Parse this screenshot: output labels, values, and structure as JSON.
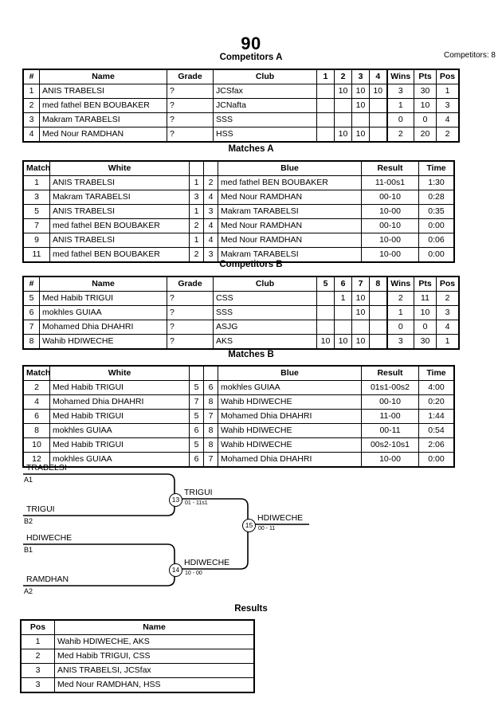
{
  "header": {
    "title": "90",
    "competitors_label": "Competitors: 8"
  },
  "pool_a": {
    "title": "Competitors A",
    "columns": [
      "#",
      "Name",
      "Grade",
      "Club",
      "1",
      "2",
      "3",
      "4",
      "Wins",
      "Pts",
      "Pos"
    ],
    "rows": [
      {
        "num": "1",
        "name": "ANIS TRABELSI",
        "grade": "?",
        "club": "JCSfax",
        "m1": "",
        "m2": "10",
        "m3": "10",
        "m4": "10",
        "wins": "3",
        "pts": "30",
        "pos": "1"
      },
      {
        "num": "2",
        "name": "med fathel BEN BOUBAKER",
        "grade": "?",
        "club": "JCNafta",
        "m1": "",
        "m2": "",
        "m3": "10",
        "m4": "",
        "wins": "1",
        "pts": "10",
        "pos": "3"
      },
      {
        "num": "3",
        "name": "Makram TARABELSI",
        "grade": "?",
        "club": "SSS",
        "m1": "",
        "m2": "",
        "m3": "",
        "m4": "",
        "wins": "0",
        "pts": "0",
        "pos": "4"
      },
      {
        "num": "4",
        "name": "Med Nour RAMDHAN",
        "grade": "?",
        "club": "HSS",
        "m1": "",
        "m2": "10",
        "m3": "10",
        "m4": "",
        "wins": "2",
        "pts": "20",
        "pos": "2"
      }
    ]
  },
  "matches_a": {
    "title": "Matches A",
    "columns": [
      "Match",
      "White",
      "",
      "",
      "Blue",
      "Result",
      "Time"
    ],
    "rows": [
      {
        "match": "1",
        "white": "ANIS TRABELSI",
        "wnum": "1",
        "bnum": "2",
        "blue": "med fathel BEN BOUBAKER",
        "result": "11-00s1",
        "time": "1:30"
      },
      {
        "match": "3",
        "white": "Makram TARABELSI",
        "wnum": "3",
        "bnum": "4",
        "blue": "Med Nour RAMDHAN",
        "result": "00-10",
        "time": "0:28"
      },
      {
        "match": "5",
        "white": "ANIS TRABELSI",
        "wnum": "1",
        "bnum": "3",
        "blue": "Makram TARABELSI",
        "result": "10-00",
        "time": "0:35"
      },
      {
        "match": "7",
        "white": "med fathel BEN BOUBAKER",
        "wnum": "2",
        "bnum": "4",
        "blue": "Med Nour RAMDHAN",
        "result": "00-10",
        "time": "0:00"
      },
      {
        "match": "9",
        "white": "ANIS TRABELSI",
        "wnum": "1",
        "bnum": "4",
        "blue": "Med Nour RAMDHAN",
        "result": "10-00",
        "time": "0:06"
      },
      {
        "match": "11",
        "white": "med fathel BEN BOUBAKER",
        "wnum": "2",
        "bnum": "3",
        "blue": "Makram TARABELSI",
        "result": "10-00",
        "time": "0:00"
      }
    ]
  },
  "pool_b": {
    "title": "Competitors B",
    "columns": [
      "#",
      "Name",
      "Grade",
      "Club",
      "5",
      "6",
      "7",
      "8",
      "Wins",
      "Pts",
      "Pos"
    ],
    "rows": [
      {
        "num": "5",
        "name": "Med Habib TRIGUI",
        "grade": "?",
        "club": "CSS",
        "m1": "",
        "m2": "1",
        "m3": "10",
        "m4": "",
        "wins": "2",
        "pts": "11",
        "pos": "2"
      },
      {
        "num": "6",
        "name": "mokhles GUIAA",
        "grade": "?",
        "club": "SSS",
        "m1": "",
        "m2": "",
        "m3": "10",
        "m4": "",
        "wins": "1",
        "pts": "10",
        "pos": "3"
      },
      {
        "num": "7",
        "name": "Mohamed Dhia DHAHRI",
        "grade": "?",
        "club": "ASJG",
        "m1": "",
        "m2": "",
        "m3": "",
        "m4": "",
        "wins": "0",
        "pts": "0",
        "pos": "4"
      },
      {
        "num": "8",
        "name": "Wahib HDIWECHE",
        "grade": "?",
        "club": "AKS",
        "m1": "10",
        "m2": "10",
        "m3": "10",
        "m4": "",
        "wins": "3",
        "pts": "30",
        "pos": "1"
      }
    ]
  },
  "matches_b": {
    "title": "Matches B",
    "columns": [
      "Match",
      "White",
      "",
      "",
      "Blue",
      "Result",
      "Time"
    ],
    "rows": [
      {
        "match": "2",
        "white": "Med Habib TRIGUI",
        "wnum": "5",
        "bnum": "6",
        "blue": "mokhles GUIAA",
        "result": "01s1-00s2",
        "time": "4:00"
      },
      {
        "match": "4",
        "white": "Mohamed Dhia DHAHRI",
        "wnum": "7",
        "bnum": "8",
        "blue": "Wahib HDIWECHE",
        "result": "00-10",
        "time": "0:20"
      },
      {
        "match": "6",
        "white": "Med Habib TRIGUI",
        "wnum": "5",
        "bnum": "7",
        "blue": "Mohamed Dhia DHAHRI",
        "result": "11-00",
        "time": "1:44"
      },
      {
        "match": "8",
        "white": "mokhles GUIAA",
        "wnum": "6",
        "bnum": "8",
        "blue": "Wahib HDIWECHE",
        "result": "00-11",
        "time": "0:54"
      },
      {
        "match": "10",
        "white": "Med Habib TRIGUI",
        "wnum": "5",
        "bnum": "8",
        "blue": "Wahib HDIWECHE",
        "result": "00s2-10s1",
        "time": "2:06"
      },
      {
        "match": "12",
        "white": "mokhles GUIAA",
        "wnum": "6",
        "bnum": "7",
        "blue": "Mohamed Dhia DHAHRI",
        "result": "10-00",
        "time": "0:00"
      }
    ]
  },
  "bracket": {
    "entries": [
      {
        "name": "TRABELSI",
        "seed": "A1"
      },
      {
        "name": "TRIGUI",
        "seed": "B2"
      },
      {
        "name": "HDIWECHE",
        "seed": "B1"
      },
      {
        "name": "RAMDHAN",
        "seed": "A2"
      }
    ],
    "semi_upper": {
      "number": "13",
      "winner": "TRIGUI",
      "score": "01 - 11s1"
    },
    "semi_lower": {
      "number": "14",
      "winner": "HDIWECHE",
      "score": "10 - 00"
    },
    "final": {
      "number": "15",
      "winner": "HDIWECHE",
      "score": "00 - 11"
    }
  },
  "results": {
    "title": "Results",
    "columns": [
      "Pos",
      "Name"
    ],
    "rows": [
      {
        "pos": "1",
        "name": "Wahib HDIWECHE, AKS"
      },
      {
        "pos": "2",
        "name": "Med Habib TRIGUI, CSS"
      },
      {
        "pos": "3",
        "name": "ANIS TRABELSI, JCSfax"
      },
      {
        "pos": "3",
        "name": "Med Nour RAMDHAN, HSS"
      }
    ]
  }
}
